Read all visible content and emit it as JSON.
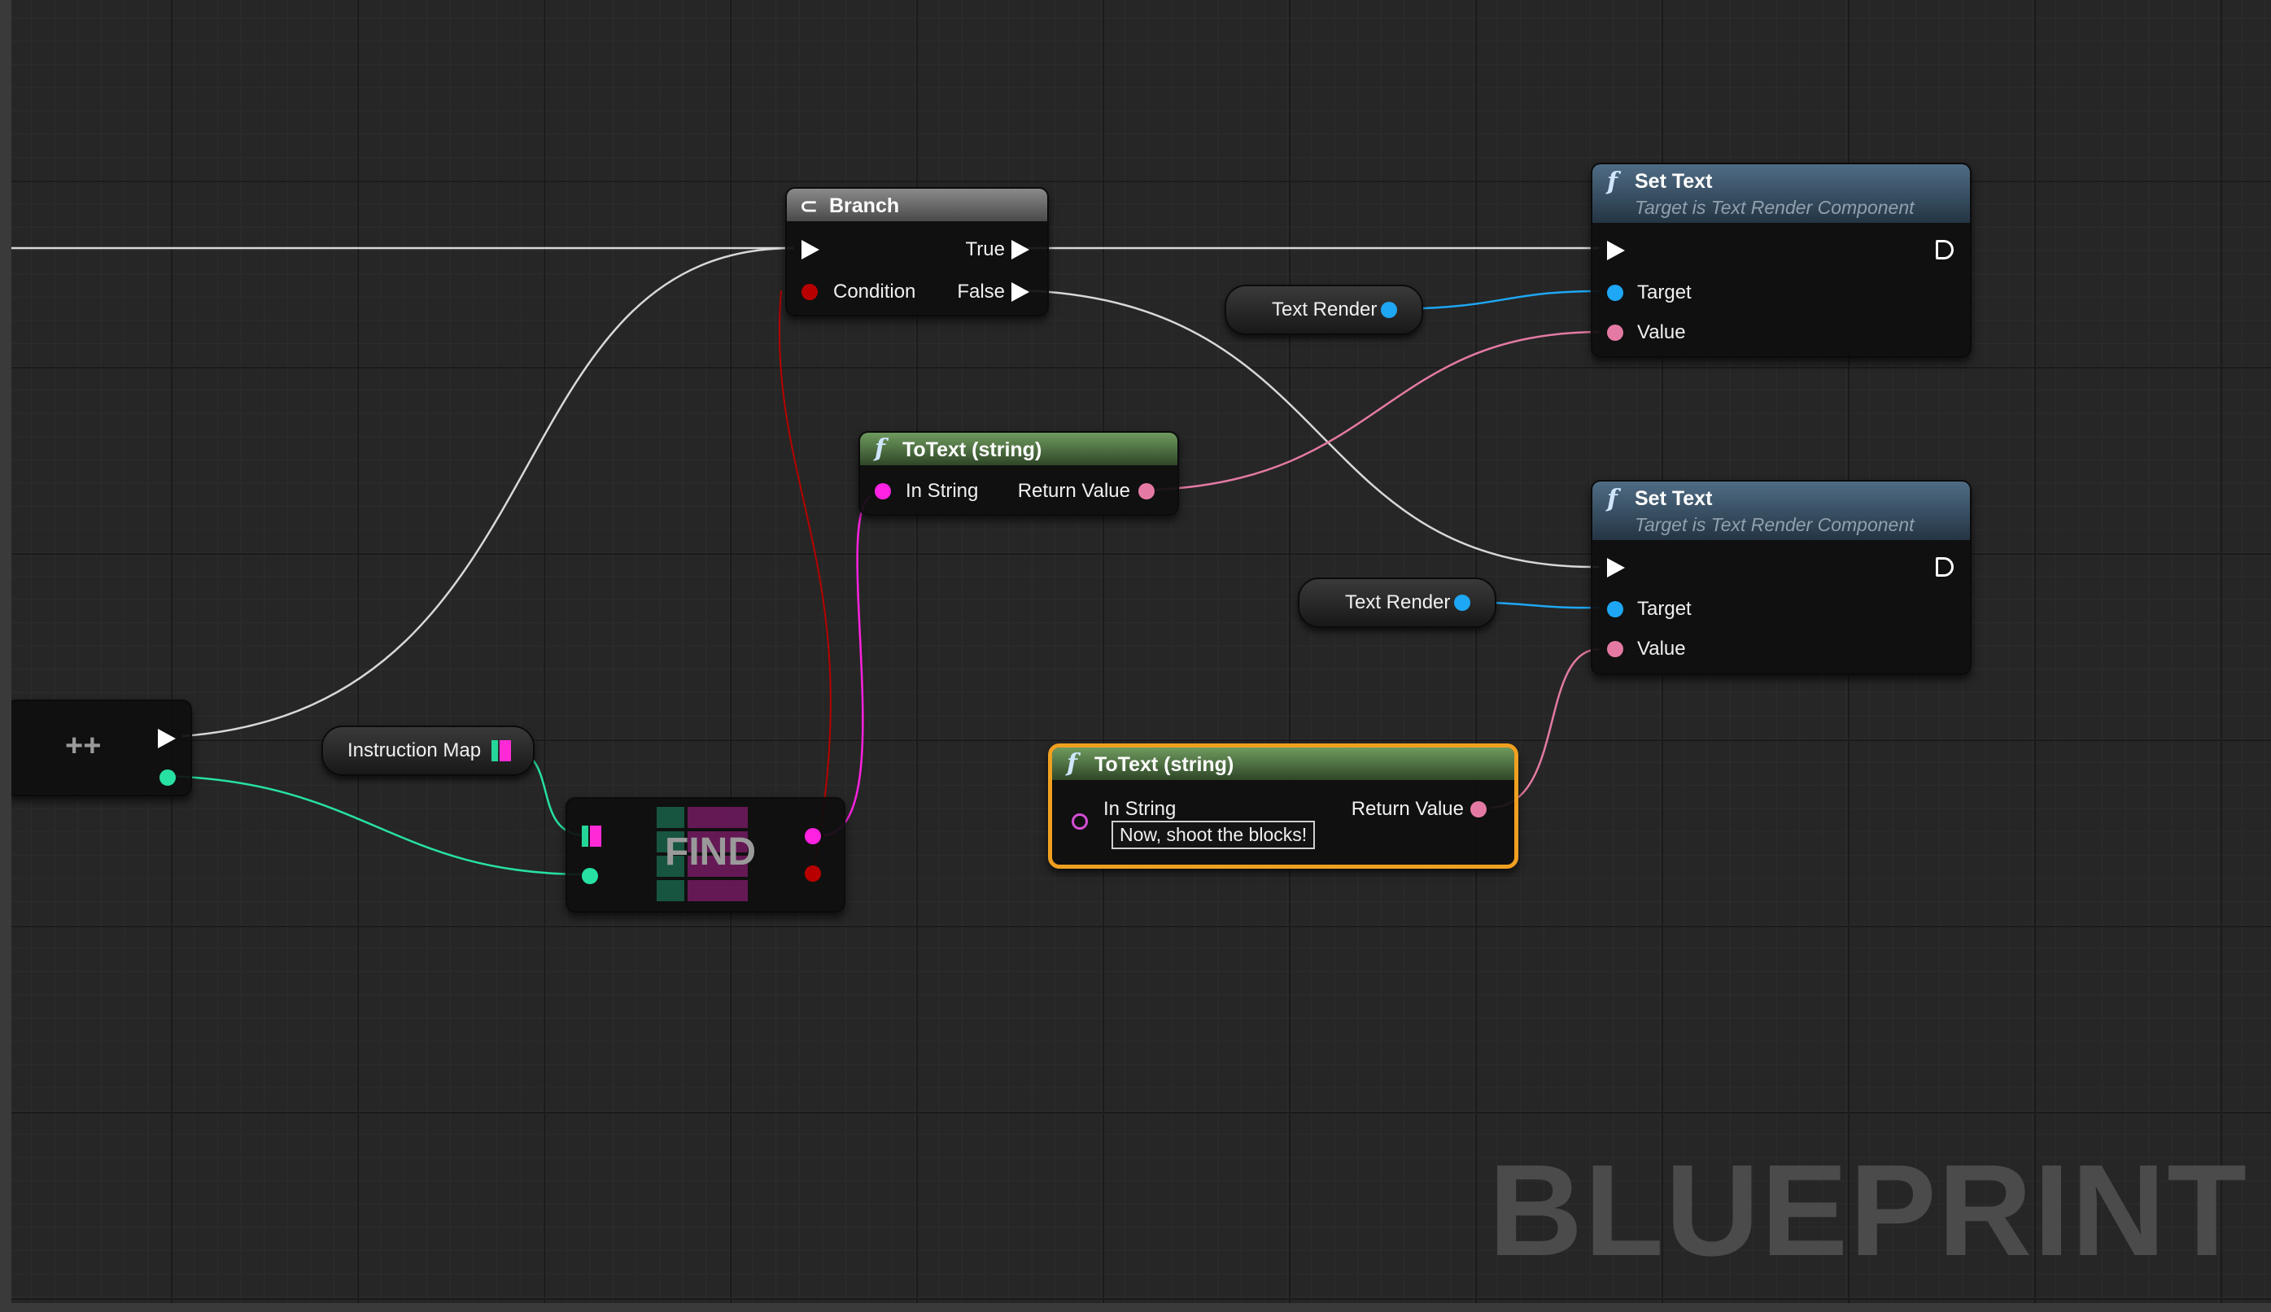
{
  "watermark": "BLUEPRINT",
  "increment_node": {
    "symbol": "++"
  },
  "branch_node": {
    "title": "Branch",
    "pins": {
      "condition": "Condition",
      "true": "True",
      "false": "False"
    }
  },
  "set_text_nodes": [
    {
      "title": "Set Text",
      "subtitle": "Target is Text Render Component",
      "pins": {
        "target": "Target",
        "value": "Value"
      }
    },
    {
      "title": "Set Text",
      "subtitle": "Target is Text Render Component",
      "pins": {
        "target": "Target",
        "value": "Value"
      }
    }
  ],
  "variable_nodes": {
    "text_render_1": "Text Render",
    "text_render_2": "Text Render",
    "instruction_map": "Instruction Map"
  },
  "totext_nodes": [
    {
      "title": "ToText (string)",
      "in_label": "In String",
      "out_label": "Return Value"
    },
    {
      "title": "ToText (string)",
      "in_label": "In String",
      "out_label": "Return Value",
      "in_value": "Now, shoot the blocks!",
      "selected": true
    }
  ],
  "find_node": {
    "label": "FIND"
  },
  "colors": {
    "exec_wire": "#d8d8d8",
    "object_pin": "#1ea7f5",
    "text_pin": "#e47aa3",
    "string_pin": "#ff22e0",
    "bool_pin": "#b80000",
    "int_pin": "#27e1a2",
    "selection": "#f0a020"
  }
}
